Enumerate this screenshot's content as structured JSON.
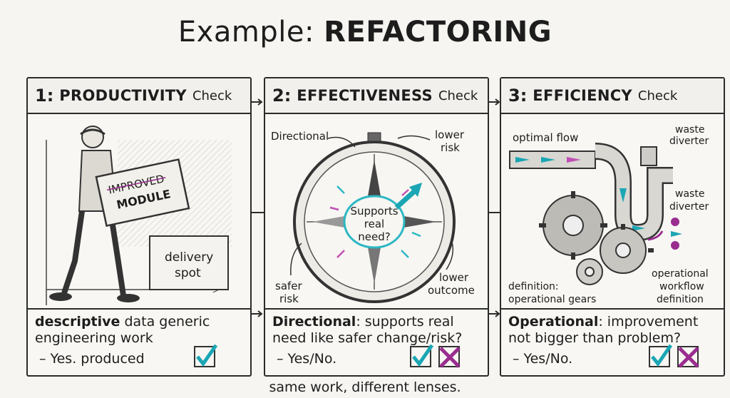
{
  "title": {
    "prefix": "Example:",
    "main": "REFACTORING"
  },
  "panels": [
    {
      "num": "1:",
      "name": "PRODUCTIVITY",
      "check": "Check",
      "labels": {
        "box": "IMPROVED",
        "box2": "MODULE",
        "spot1": "delivery",
        "spot2": "spot"
      },
      "desc_bold": "descriptive",
      "desc_rest": "data generic engineering work",
      "answer": "– Yes. produced"
    },
    {
      "num": "2:",
      "name": "EFFECTIVENESS",
      "check": "Check",
      "labels": {
        "directional": "Directional",
        "lower_risk1": "lower",
        "lower_risk2": "risk",
        "safer1": "safer",
        "safer2": "risk",
        "lower_out1": "lower",
        "lower_out2": "outcome",
        "center1": "Supports",
        "center2": "real",
        "center3": "need?"
      },
      "desc_bold": "Directional",
      "desc_rest": ": supports real need like safer change/risk?",
      "answer": "– Yes/No."
    },
    {
      "num": "3:",
      "name": "EFFICIENCY",
      "check": "Check",
      "labels": {
        "flow": "optimal flow",
        "waste1a": "waste",
        "waste1b": "diverter",
        "waste2a": "waste",
        "waste2b": "diverter",
        "def1": "definition:",
        "def2": "operational gears",
        "op1": "operational",
        "op2": "workflow",
        "op3": "definition"
      },
      "desc_bold": "Operational",
      "desc_rest": ": improvement not bigger than problem?",
      "answer": "– Yes/No."
    }
  ],
  "footer": "same work, different lenses.",
  "colors": {
    "check": "#1aa6b4",
    "cross": "#9a2d8f",
    "accent": "#2cb7c4"
  }
}
